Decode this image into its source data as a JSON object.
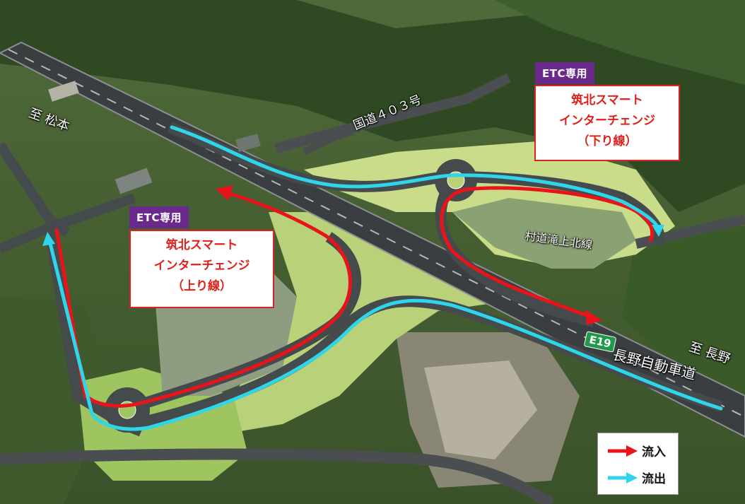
{
  "map": {
    "place_labels": {
      "to_matsumoto": "至 松本",
      "route_403": "国道４０３号",
      "village_road": "村道滝上北線",
      "to_nagano": "至 長野",
      "expressway_number": "E19",
      "expressway_name": "長野自動車道"
    },
    "interchanges": [
      {
        "badge": "ETC専用",
        "line1": "筑北スマート",
        "line2": "インターチェンジ",
        "line3": "（下り線）"
      },
      {
        "badge": "ETC専用",
        "line1": "筑北スマート",
        "line2": "インターチェンジ",
        "line3": "（上り線）"
      }
    ],
    "legend": {
      "inflow": "流入",
      "outflow": "流出"
    },
    "colors": {
      "inflow_route": "#e8141a",
      "outflow_route": "#2fd6ea",
      "etc_badge": "#6a2a8c",
      "expressway_badge": "#1f9a4a"
    }
  }
}
